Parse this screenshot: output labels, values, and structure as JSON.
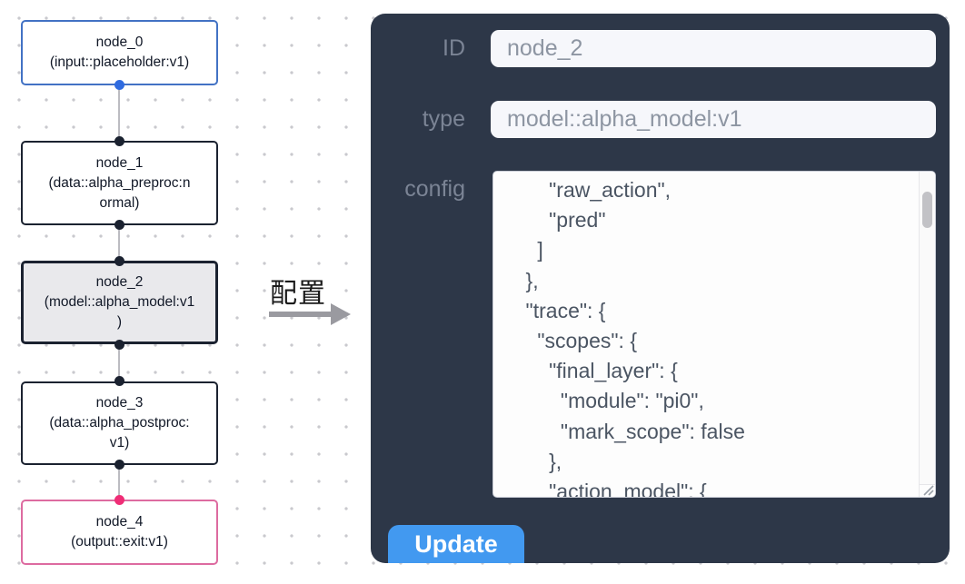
{
  "colors": {
    "panel_bg": "#2d3748",
    "node_border_default": "#1b2230",
    "node_input_border": "#4272c4",
    "node_output_border": "#dd6ba0",
    "selected_node_bg": "#e9e9ec",
    "handle_dark": "#1b2230",
    "handle_blue": "#2f6be0",
    "handle_pink": "#ef2d76",
    "edge": "#bcbcc2",
    "arrow": "#9a9aa0",
    "label_text": "#7b8495",
    "input_bg": "#f6f7fb",
    "input_text": "#8d95a2",
    "config_text": "#4b5563",
    "button_bg": "#4299f0",
    "button_text": "#ffffff",
    "dot_grid": "#c9c9ce"
  },
  "graph": {
    "nodes": [
      {
        "id": "node_0",
        "lines": "node_0\n(input::placeholder:v1)",
        "kind": "input"
      },
      {
        "id": "node_1",
        "lines": "node_1\n(data::alpha_preproc:n\normal)",
        "kind": "default"
      },
      {
        "id": "node_2",
        "lines": "node_2\n(model::alpha_model:v1\n)",
        "kind": "selected"
      },
      {
        "id": "node_3",
        "lines": "node_3\n(data::alpha_postproc:\nv1)",
        "kind": "default"
      },
      {
        "id": "node_4",
        "lines": "node_4\n(output::exit:v1)",
        "kind": "output"
      }
    ],
    "edge_label": "配置"
  },
  "panel": {
    "fields": [
      {
        "label": "ID",
        "value": "node_2"
      },
      {
        "label": "type",
        "value": "model::alpha_model:v1"
      },
      {
        "label": "config",
        "value": "        \"raw_action\",\n        \"pred\"\n      ]\n    },\n    \"trace\": {\n      \"scopes\": {\n        \"final_layer\": {\n          \"module\": \"pi0\",\n          \"mark_scope\": false\n        },\n        \"action_model\": {"
      }
    ],
    "update_label": "Update"
  }
}
